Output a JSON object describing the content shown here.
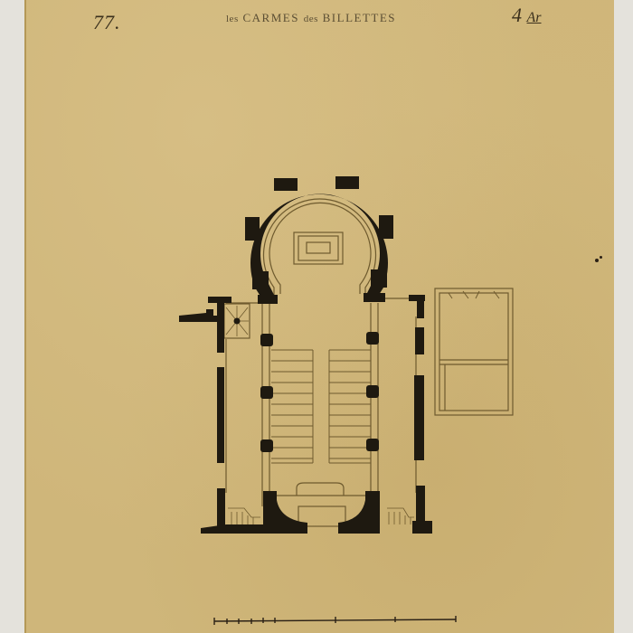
{
  "sheet": {
    "paper_color": "#cfb67a",
    "mat_color": "#e4e2dc",
    "ink_color": "#1e1910",
    "line_color": "#6e5a2e"
  },
  "header": {
    "plate_number": "77.",
    "title_prefix": "les",
    "title_part1": "CARMES",
    "title_connector": "des",
    "title_part2": "BILLETTES",
    "arrondissement_number": "4",
    "arrondissement_suffix": "Ar"
  },
  "plan": {
    "subject": "floor plan of church",
    "elements": [
      "apse-with-buttressed-semicircular-wall",
      "altar",
      "nave-with-two-pew-blocks",
      "north-aisle",
      "south-aisle",
      "spiral-staircase",
      "annex-building",
      "entrance-vestibule-with-stairs"
    ],
    "pew_rows_per_block": 10
  },
  "scale_bar": {
    "minor_divisions": 5,
    "major_divisions": 3
  }
}
